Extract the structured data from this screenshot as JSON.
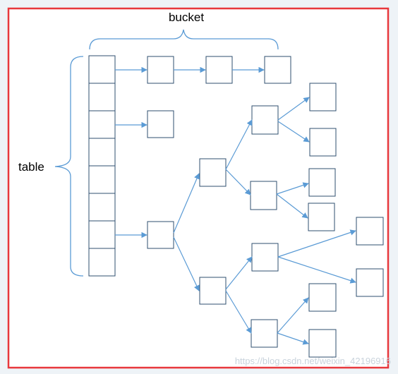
{
  "labels": {
    "bucket": "bucket",
    "table": "table"
  },
  "watermark": "https://blog.csdn.net/weixin_42196916",
  "colors": {
    "border": "#e8383d",
    "node_stroke": "#2f4f6f",
    "arrow": "#5b9bd5",
    "brace": "#5b9bd5",
    "background": "#ffffff"
  },
  "structure": {
    "table_slots": 8,
    "bucket_row_1_length": 3,
    "bucket_row_2_length": 1,
    "tree_levels": 4
  }
}
